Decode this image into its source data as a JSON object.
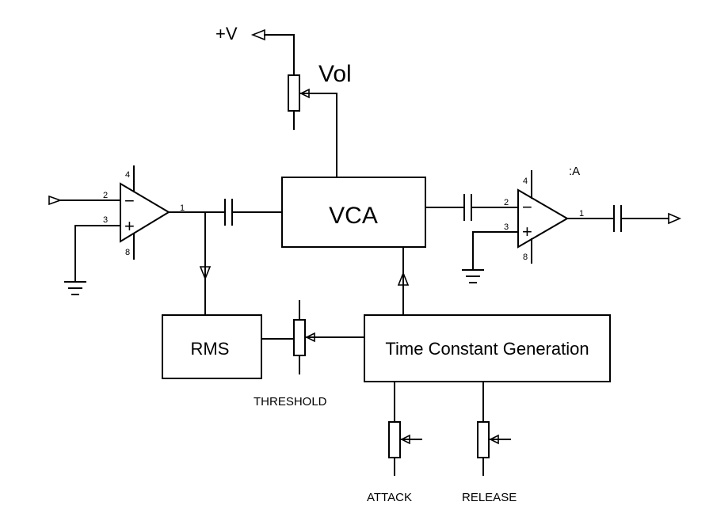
{
  "labels": {
    "supply": "+V",
    "volume": "Vol",
    "vca": "VCA",
    "rms": "RMS",
    "time_constant": "Time Constant Generation",
    "threshold": "THRESHOLD",
    "attack": "ATTACK",
    "release": "RELEASE",
    "opamp_ref": ":A"
  },
  "opamp_left": {
    "pin_inv": "2",
    "pin_noninv": "3",
    "pin_out": "1",
    "pin_vpos": "4",
    "pin_vneg": "8",
    "minus": "−",
    "plus": "+"
  },
  "opamp_right": {
    "pin_inv": "2",
    "pin_noninv": "3",
    "pin_out": "1",
    "pin_vpos": "4",
    "pin_vneg": "8",
    "minus": "−",
    "plus": "+"
  }
}
